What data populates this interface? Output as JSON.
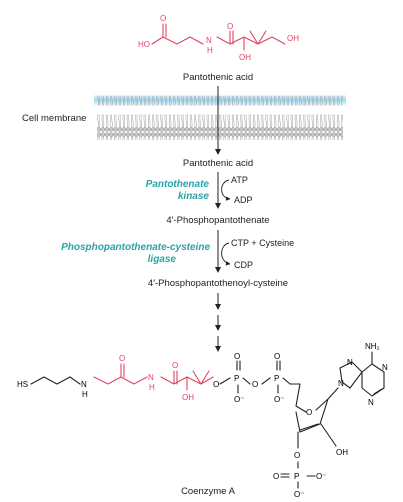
{
  "title_top": "Pantothenic acid",
  "membrane_label": "Cell membrane",
  "steps": {
    "s1": "Pantothenic acid",
    "s2": "4′-Phosphopantothenate",
    "s3": "4′-Phosphopantothenoyl-cysteine",
    "final": "Coenzyme A"
  },
  "enzymes": {
    "e1_line1": "Pantothenate",
    "e1_line2": "kinase",
    "e2_line1": "Phosphopantothenate-cysteine",
    "e2_line2": "ligase"
  },
  "cofactors": {
    "atp": "ATP",
    "adp": "ADP",
    "ctp": "CTP + Cysteine",
    "cdp": "CDP"
  },
  "atoms": {
    "ho": "HO",
    "h": "H",
    "n": "N",
    "oh": "OH",
    "o": "O",
    "p": "P",
    "o_minus": "O⁻",
    "hs": "HS",
    "nh2": "NH₂",
    "oh_ring": "OH"
  },
  "colors": {
    "highlight": "#e04464",
    "enzyme": "#2aa3a8",
    "membrane_glow": "#9fd8f0"
  }
}
